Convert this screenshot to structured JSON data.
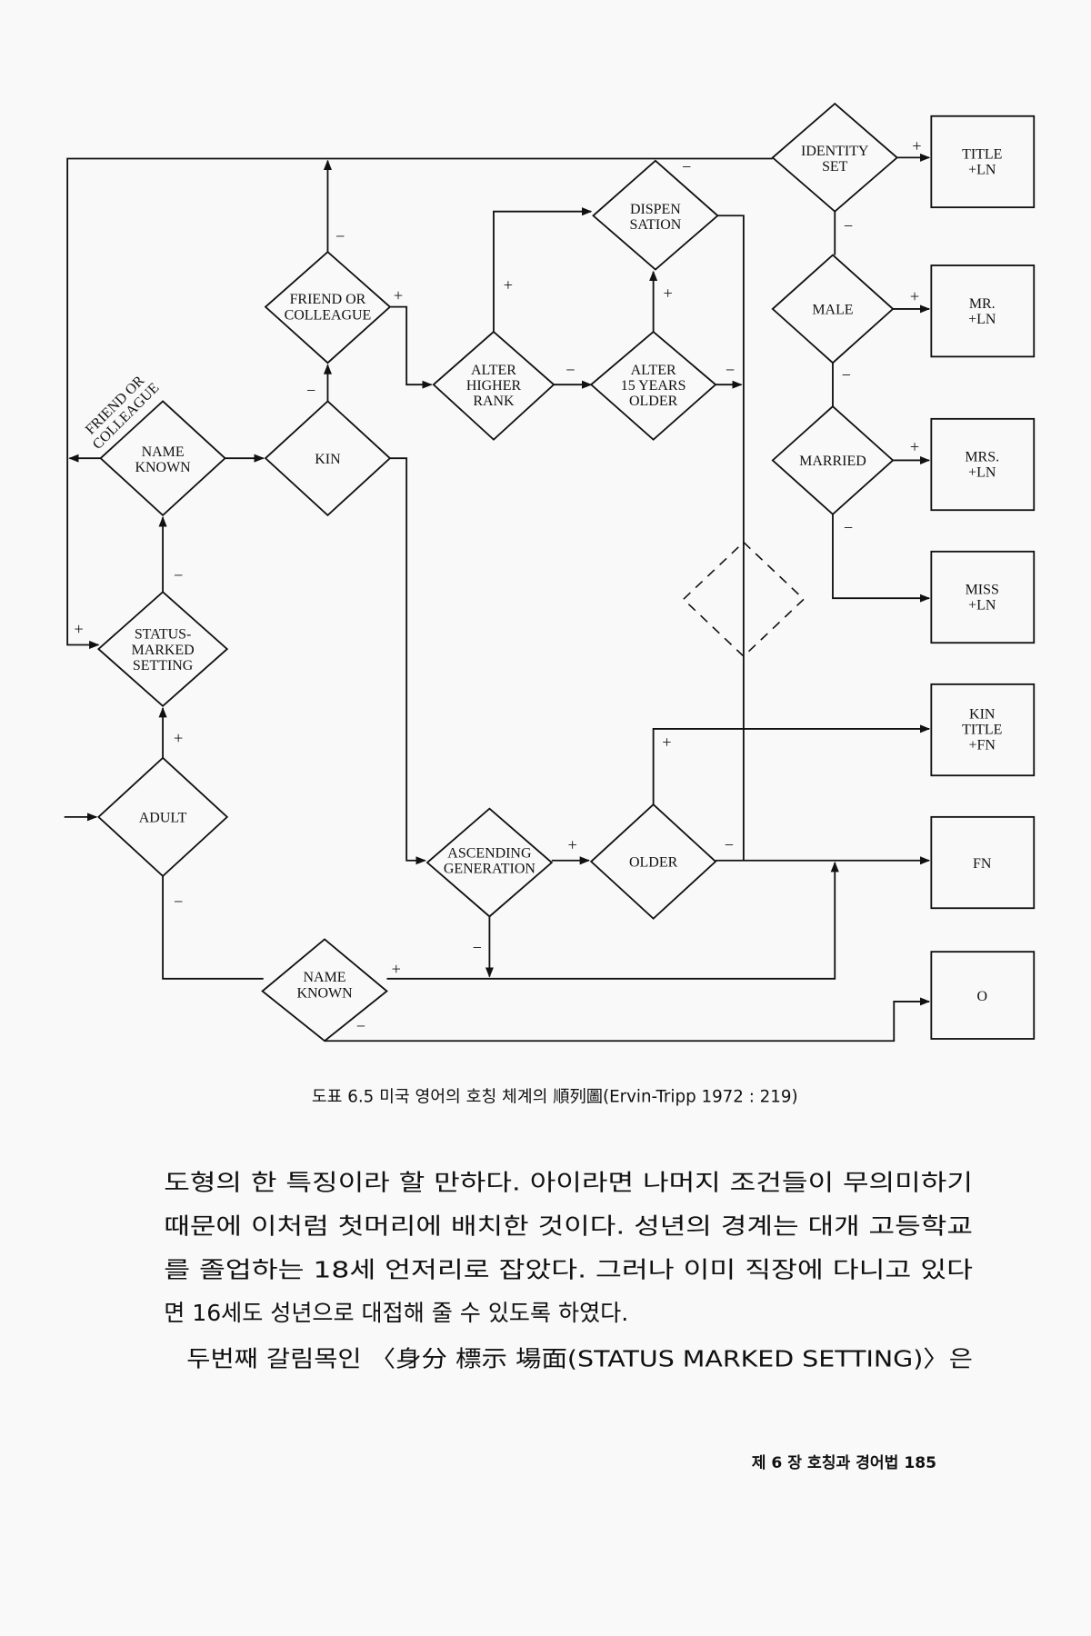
{
  "diagram": {
    "nodes": {
      "identity_set": [
        "IDENTITY",
        "SET"
      ],
      "male": [
        "MALE"
      ],
      "married": [
        "MARRIED"
      ],
      "dispensation": [
        "DISPEN",
        "SATION"
      ],
      "friend_or_colleague": [
        "FRIEND OR",
        "COLLEAGUE"
      ],
      "alter_higher_rank": [
        "ALTER",
        "HIGHER",
        "RANK"
      ],
      "alter_15_years_older": [
        "ALTER",
        "15  YEARS",
        "OLDER"
      ],
      "name_known_top": [
        "NAME",
        "KNOWN"
      ],
      "kin": [
        "KIN"
      ],
      "status_marked_setting": [
        "STATUS-",
        "MARKED",
        "SETTING"
      ],
      "adult": [
        "ADULT"
      ],
      "ascending_generation": [
        "ASCENDING",
        "GENERATION"
      ],
      "older": [
        "OLDER"
      ],
      "name_known_bottom": [
        "NAME",
        "KNOWN"
      ]
    },
    "outcomes": {
      "title_ln": [
        "TITLE",
        "+LN"
      ],
      "mr_ln": [
        "MR.",
        "+LN"
      ],
      "mrs_ln": [
        "MRS.",
        "+LN"
      ],
      "miss_ln": [
        "MISS",
        "+LN"
      ],
      "kin_title_fn": [
        "KIN",
        "TITLE",
        "+FN"
      ],
      "fn": [
        "FN"
      ],
      "zero": [
        "O"
      ]
    },
    "side_label": [
      "FRIEND OR",
      "COLLEAGUE"
    ],
    "plus": "+",
    "minus": "−"
  },
  "caption": "도표 6.5  미국 영어의 호칭 체계의 順列圖(Ervin-Tripp 1972 : 219)",
  "body_lines": [
    "도형의 한 특징이라 할 만하다. 아이라면 나머지 조건들이 무의미하기",
    "때문에 이처럼 첫머리에 배치한 것이다. 성년의 경계는 대개 고등학교",
    "를 졸업하는 18세 언저리로 잡았다. 그러나 이미 직장에 다니고 있다",
    "면 16세도 성년으로 대접해 줄 수 있도록 하였다.",
    "두번째 갈림목인 〈身分 標示 場面(STATUS MARKED SETTING)〉은"
  ],
  "footer": "제 6 장  호칭과 경어법   185"
}
